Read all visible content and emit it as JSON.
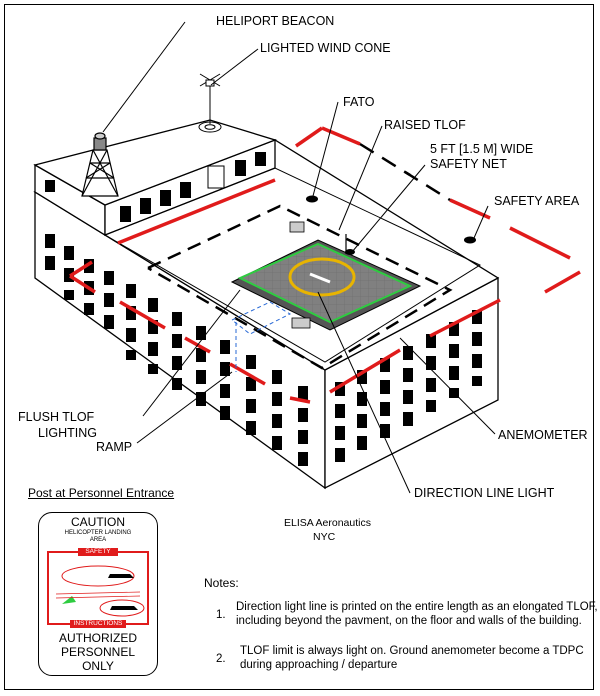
{
  "labels": {
    "heliport_beacon": "HELIPORT BEACON",
    "lighted_wind_cone": "LIGHTED WIND CONE",
    "fato": "FATO",
    "raised_tlof": "RAISED TLOF",
    "safety_net_line1": "5 FT [1.5 M] WIDE",
    "safety_net_line2": "SAFETY NET",
    "safety_area": "SAFETY AREA",
    "flush_tlof_line1": "FLUSH TLOF",
    "flush_tlof_line2": "LIGHTING",
    "ramp": "RAMP",
    "anemometer": "ANEMOMETER",
    "direction_line_light": "DIRECTION LINE LIGHT"
  },
  "credit": {
    "line1": "ELISA Aeronautics",
    "line2": "NYC"
  },
  "sign": {
    "heading": "Post at Personnel Entrance",
    "caution": "CAUTION",
    "subtitle_line1": "HELICOPTER LANDING",
    "subtitle_line2": "AREA",
    "safety": "SAFETY",
    "instructions": "INSTRUCTIONS",
    "footer_line1": "AUTHORIZED",
    "footer_line2": "PERSONNEL",
    "footer_line3": "ONLY"
  },
  "notes": {
    "title": "Notes:",
    "items": [
      {
        "num": "1.",
        "line1": "Direction light line is printed on the entire length as an elongated TLOF,",
        "line2": "including beyond the pavment, on the floor and walls of the building."
      },
      {
        "num": "2.",
        "line1": "TLOF limit is always light on. Ground anemometer become a TDPC",
        "line2": "during approaching / departure"
      }
    ]
  },
  "colors": {
    "safety_red": "#e01b1b",
    "tlof_green": "#2ecc40",
    "tlof_circle": "#e8b400",
    "pad_gray": "#7f7f7f"
  }
}
